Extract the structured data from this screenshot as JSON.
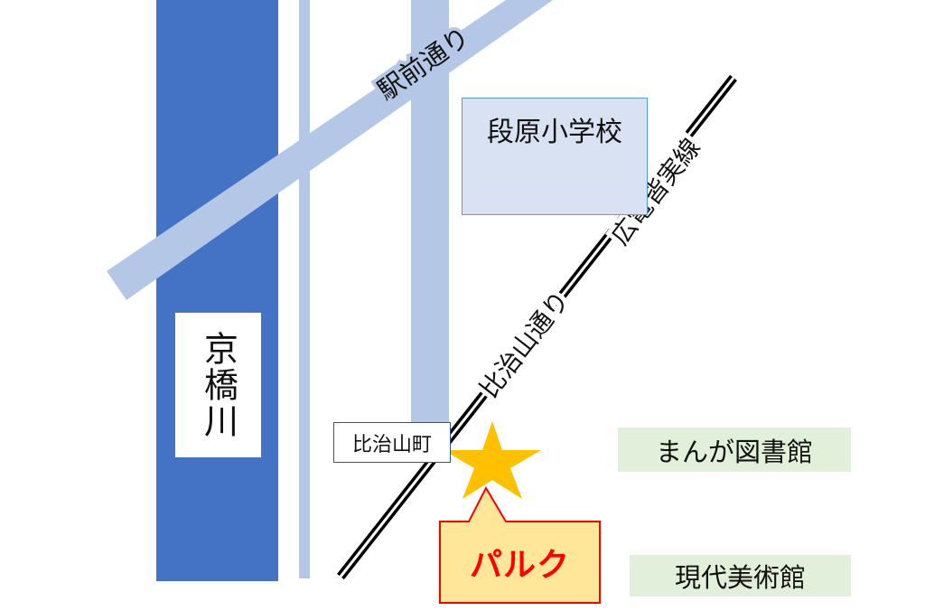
{
  "map": {
    "labels": {
      "river": "京橋川",
      "ekimae_road": "駅前通り",
      "tram_line": "広電皆実線",
      "hijiyama_road": "比治山通り",
      "school": "段原小学校",
      "station": "比治山町",
      "manga_library": "まんが図書館",
      "art_museum": "現代美術館",
      "destination": "パルク"
    },
    "colors": {
      "river": "#4472c4",
      "road": "#b4c7e7",
      "school_fill": "#d9e2f3",
      "school_border": "#5b9bd5",
      "station_border": "#2f5597",
      "landmark_fill": "#e2efda",
      "star": "#ffc000",
      "callout_fill": "#ffe699",
      "callout_border": "#ff0000",
      "destination_text": "#ff0000",
      "rail": "#000000"
    },
    "icons": {
      "destination_marker": "star-icon"
    }
  }
}
